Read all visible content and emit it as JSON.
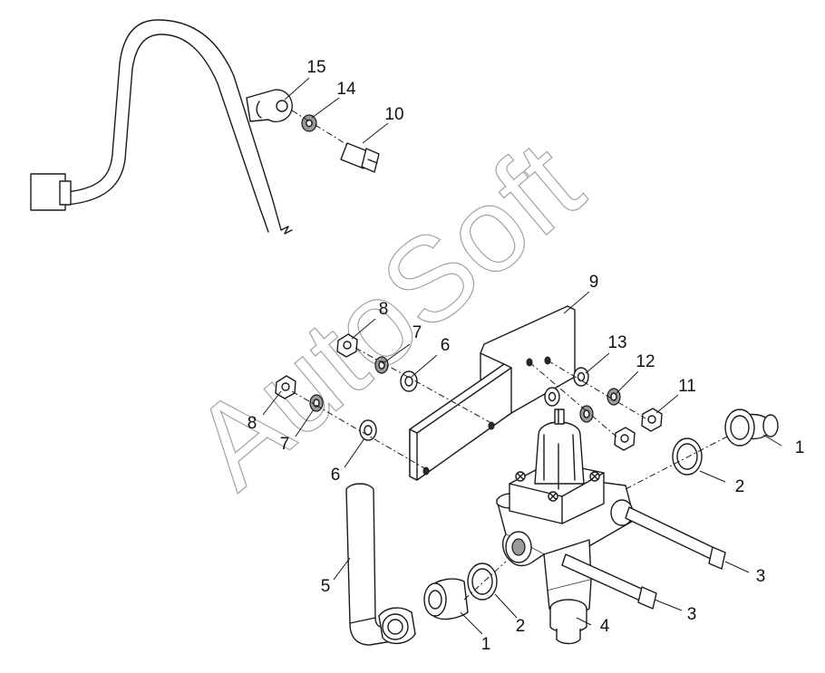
{
  "watermark": "AutoSoft",
  "callouts": [
    "15",
    "14",
    "10",
    "9",
    "8",
    "7",
    "6",
    "13",
    "12",
    "11",
    "8",
    "7",
    "6",
    "1",
    "2",
    "3",
    "5",
    "1",
    "2",
    "4",
    "3"
  ]
}
